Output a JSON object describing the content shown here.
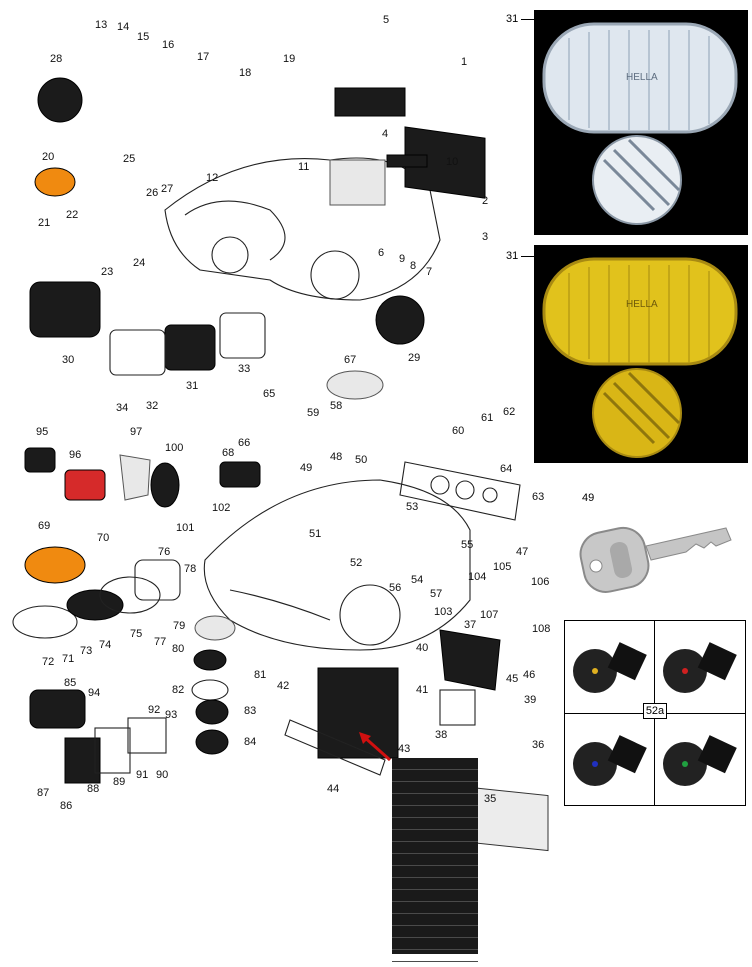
{
  "callouts": [
    "1",
    "2",
    "3",
    "4",
    "5",
    "6",
    "7",
    "8",
    "9",
    "10",
    "11",
    "12",
    "13",
    "14",
    "15",
    "16",
    "17",
    "18",
    "19",
    "20",
    "21",
    "22",
    "23",
    "24",
    "25",
    "26",
    "27",
    "28",
    "29",
    "30",
    "31",
    "32",
    "33",
    "34",
    "35",
    "36",
    "37",
    "38",
    "39",
    "40",
    "41",
    "42",
    "43",
    "44",
    "45",
    "46",
    "47",
    "48",
    "49",
    "50",
    "51",
    "52",
    "53",
    "54",
    "55",
    "56",
    "57",
    "58",
    "59",
    "60",
    "61",
    "62",
    "63",
    "64",
    "65",
    "66",
    "67",
    "68",
    "69",
    "70",
    "71",
    "72",
    "73",
    "74",
    "75",
    "76",
    "77",
    "78",
    "79",
    "80",
    "81",
    "82",
    "83",
    "84",
    "85",
    "86",
    "87",
    "88",
    "89",
    "90",
    "91",
    "92",
    "93",
    "94",
    "95",
    "96",
    "97",
    "100",
    "101",
    "102",
    "103",
    "104",
    "105",
    "106",
    "107",
    "108"
  ],
  "photos": {
    "fog_clear_label": "31",
    "fog_yellow_label": "31",
    "key_label": "49",
    "knobs_label": "52a",
    "lens_text": "HELLA"
  },
  "colors": {
    "photo_bg": "#000000",
    "fog_yellow": "#e1c21c",
    "turn_amber": "#f08a10",
    "reflector_red": "#d62a2a",
    "knob_dots": [
      "#e0b020",
      "#d02020",
      "#2030c0",
      "#20a040"
    ]
  }
}
